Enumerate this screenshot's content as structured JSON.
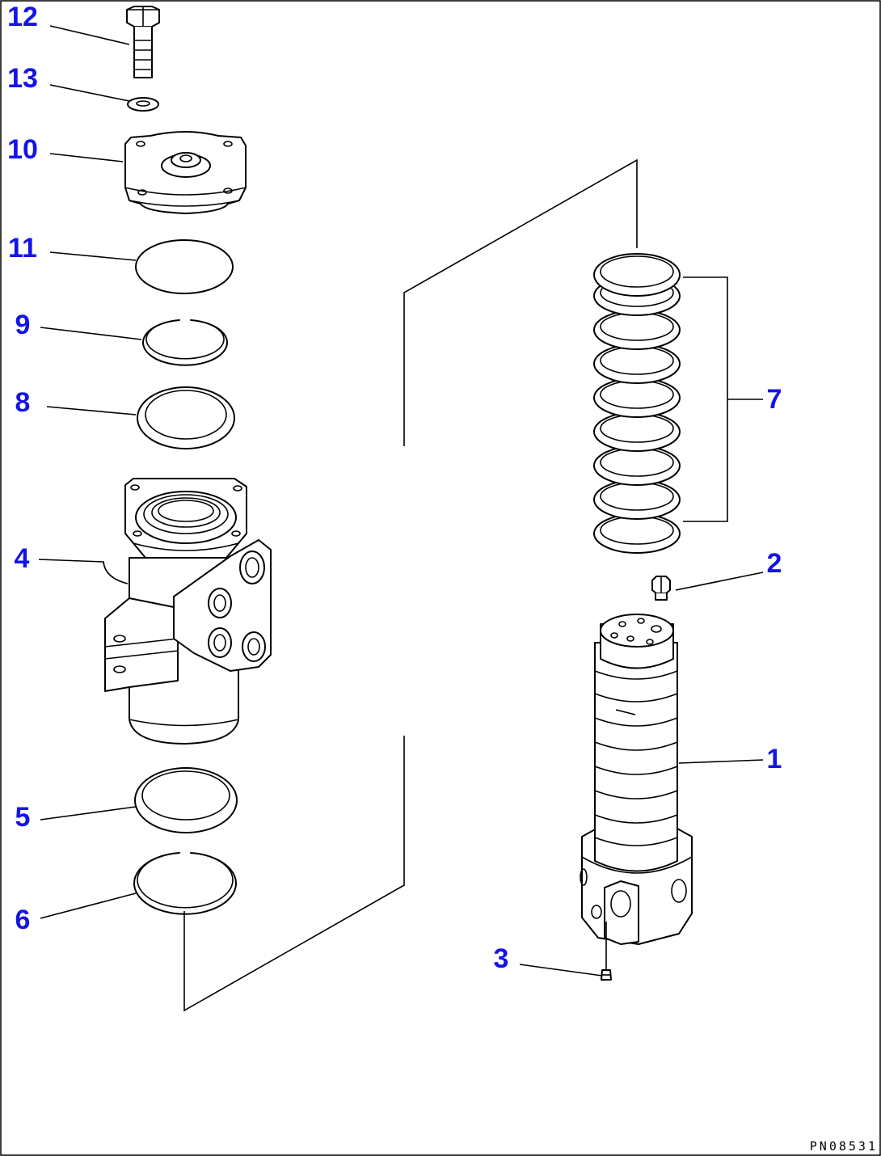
{
  "callouts": {
    "c1": "1",
    "c2": "2",
    "c3": "3",
    "c4": "4",
    "c5": "5",
    "c6": "6",
    "c7": "7",
    "c8": "8",
    "c9": "9",
    "c10": "10",
    "c11": "11",
    "c12": "12",
    "c13": "13"
  },
  "drawing_code": "PN08531",
  "colors": {
    "callout": "#1414e6",
    "line": "#000000",
    "background": "#ffffff"
  }
}
